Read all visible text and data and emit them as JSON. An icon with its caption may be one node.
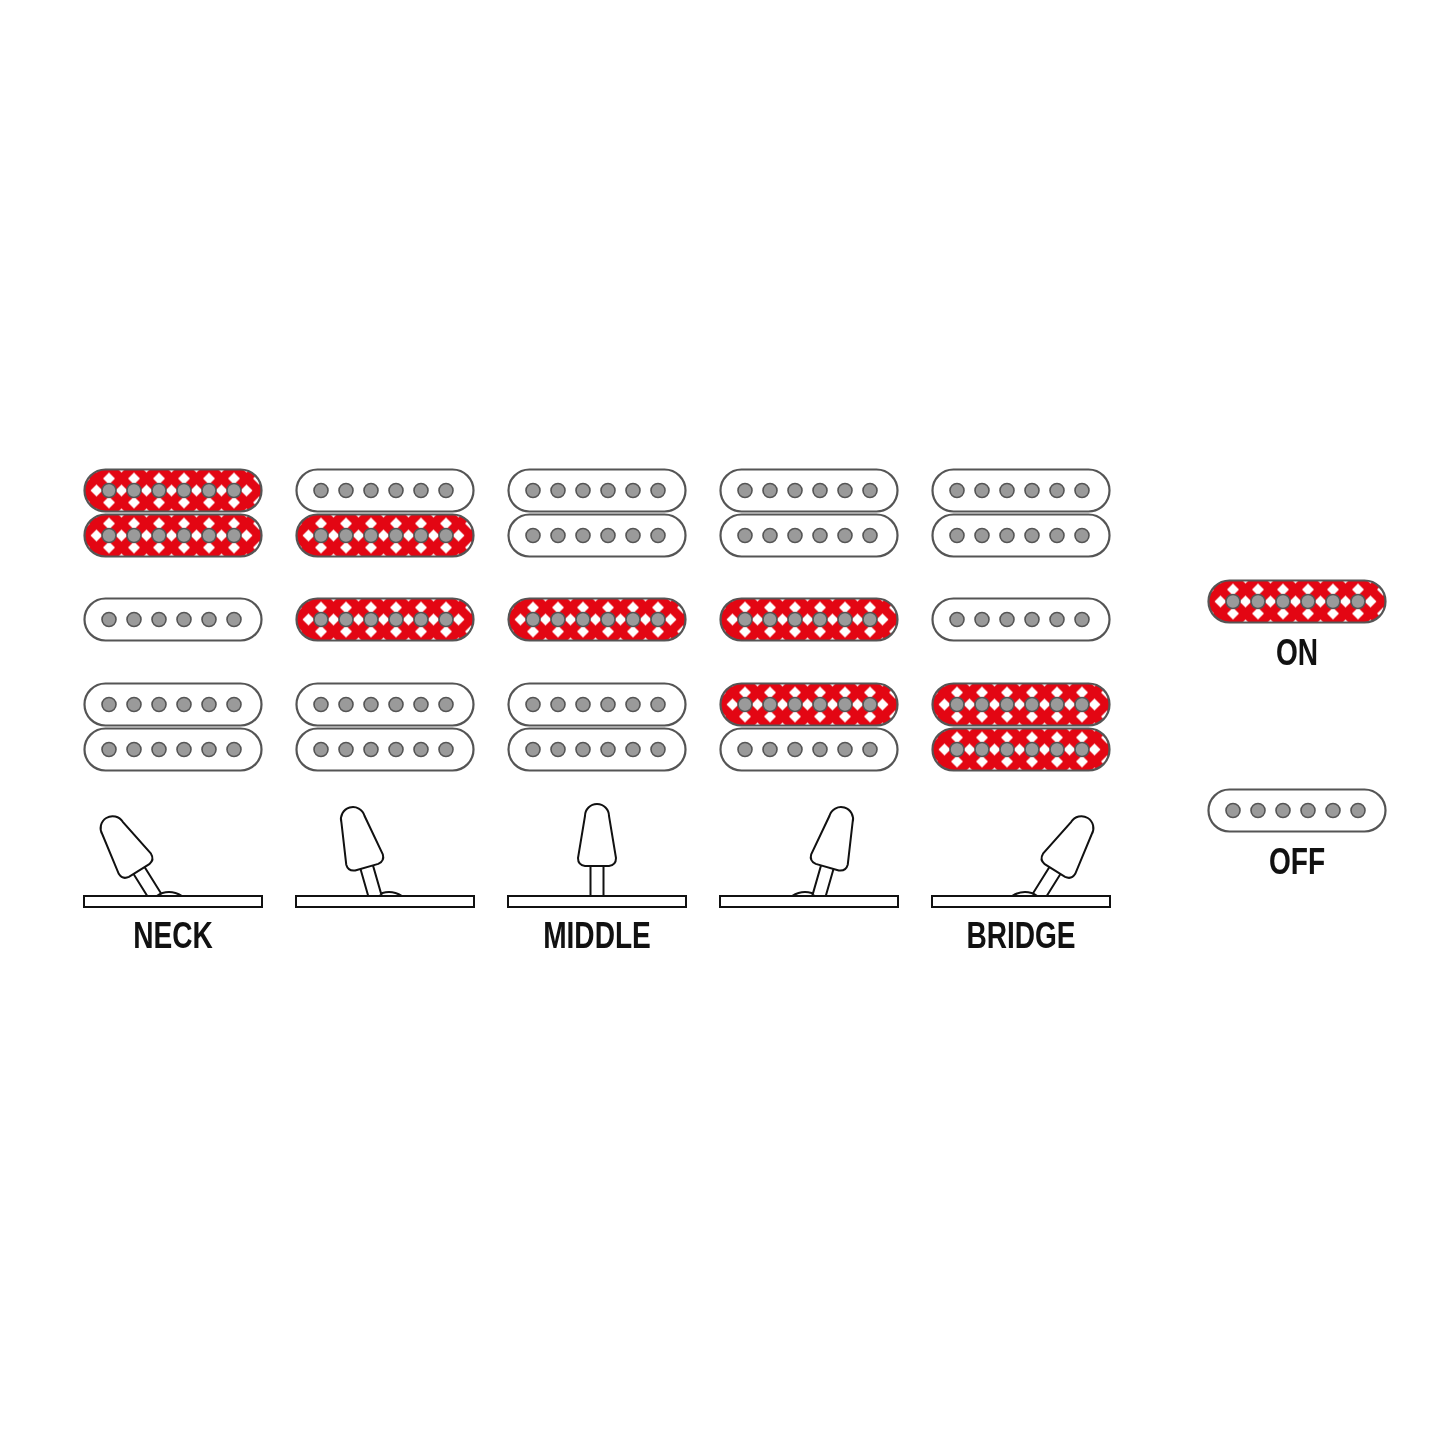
{
  "diagram": {
    "labels": [
      "NECK",
      "MIDDLE",
      "BRIDGE"
    ],
    "legend": [
      {
        "text": "ON"
      },
      {
        "text": "OFF"
      }
    ]
  }
}
